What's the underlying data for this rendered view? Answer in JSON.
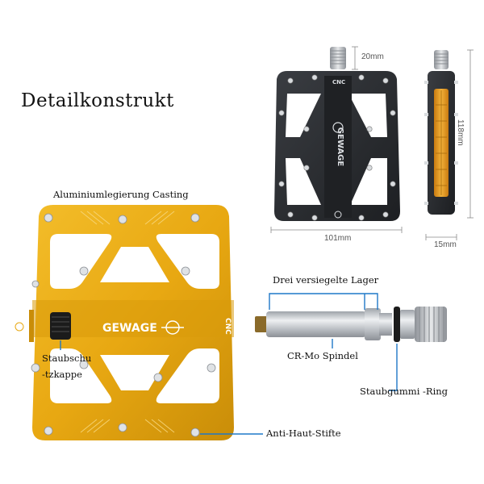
{
  "title": "Detailkonstrukt",
  "labels": {
    "casting": "Aluminiumlegierung Casting",
    "bearings": "Drei versiegelte Lager",
    "spindle": "CR-Mo Spindel",
    "cap_line1": "Staubschu",
    "cap_line2": "-tzkappe",
    "ring": "Staubgummi -Ring",
    "pins": "Anti-Haut-Stifte"
  },
  "dimensions": {
    "axle": "20mm",
    "height": "118mm",
    "width": "101mm",
    "depth": "15mm"
  },
  "brand": {
    "name": "GEWAGE",
    "cnc": "CNC"
  },
  "colors": {
    "gold": "#e8a812",
    "gold_dark": "#b97e06",
    "black_body": "#2a2c30",
    "silver": "#c9ccd0",
    "callout": "#1f78c8",
    "reflector": "#e89a1a"
  }
}
